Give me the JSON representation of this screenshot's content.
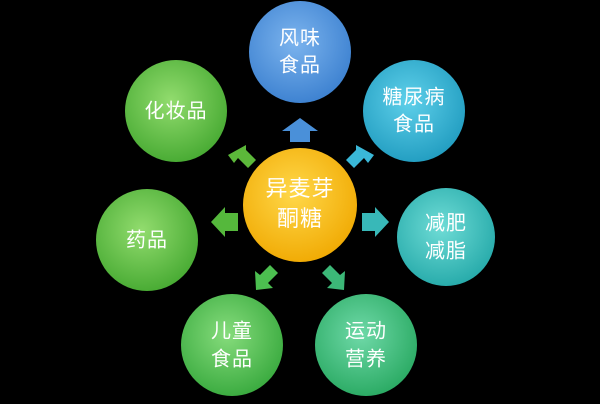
{
  "center": {
    "lines": [
      "异麦芽",
      "酮糖"
    ],
    "color": "#f5b800"
  },
  "nodes": [
    {
      "id": "fengwei",
      "lines": [
        "风味",
        "食品"
      ],
      "color": "#4a90d9"
    },
    {
      "id": "tangniaobing",
      "lines": [
        "糖尿病",
        "食品"
      ],
      "color": "#29a8c8"
    },
    {
      "id": "jianfei",
      "lines": [
        "减肥",
        "减脂"
      ],
      "color": "#2fb3b3"
    },
    {
      "id": "yundong",
      "lines": [
        "运动",
        "营养"
      ],
      "color": "#3cb878"
    },
    {
      "id": "ertong",
      "lines": [
        "儿童",
        "食品"
      ],
      "color": "#4cbf50"
    },
    {
      "id": "yaopin",
      "lines": [
        "药品"
      ],
      "color": "#55b83c"
    },
    {
      "id": "huazhuangpin",
      "lines": [
        "化妆品"
      ],
      "color": "#5cb83a"
    }
  ]
}
